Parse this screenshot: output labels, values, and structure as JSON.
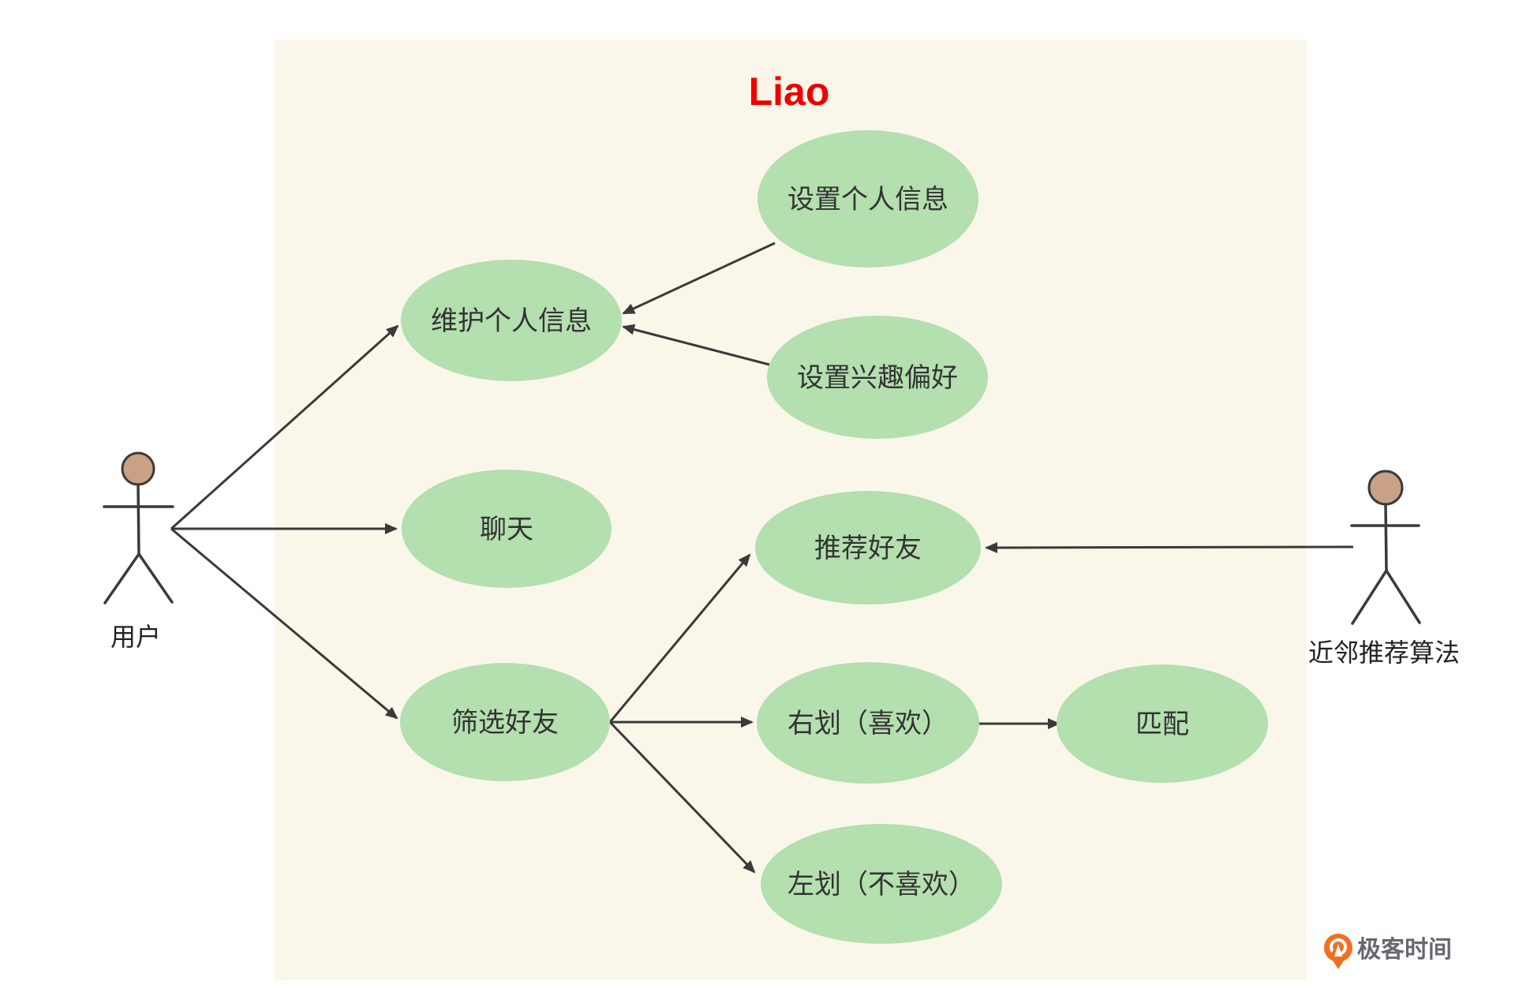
{
  "title": "Liao",
  "colors": {
    "boundary_fill": "#FAF7EA",
    "ellipse_fill": "#B4DFAF",
    "title_color": "#EE0000",
    "line_color": "#3A3A3A",
    "actor_head_fill": "#C9A184",
    "logo_orange": "#F07023",
    "logo_text_color": "#65696E"
  },
  "actors": [
    {
      "label": "用户"
    },
    {
      "label": "近邻推荐算法"
    }
  ],
  "use_cases": [
    {
      "label": "设置个人信息"
    },
    {
      "label": "维护个人信息"
    },
    {
      "label": "设置兴趣偏好"
    },
    {
      "label": "聊天"
    },
    {
      "label": "推荐好友"
    },
    {
      "label": "筛选好友"
    },
    {
      "label": "右划（喜欢）"
    },
    {
      "label": "匹配"
    },
    {
      "label": "左划（不喜欢）"
    }
  ],
  "logo": {
    "text": "极客时间"
  }
}
